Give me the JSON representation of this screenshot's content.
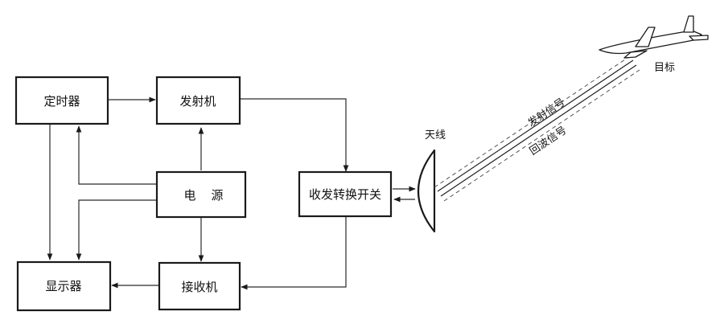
{
  "blocks": {
    "timer": "定时器",
    "transmitter": "发射机",
    "power_left": "电",
    "power_right": "源",
    "duplexer": "收发转换开关",
    "display": "显示器",
    "receiver": "接收机"
  },
  "labels": {
    "antenna": "天线",
    "target": "目标",
    "tx_signal": "发射信号",
    "echo_signal": "回波信号"
  },
  "icons": {
    "antenna": "dish-antenna-icon",
    "target": "airplane-icon"
  }
}
